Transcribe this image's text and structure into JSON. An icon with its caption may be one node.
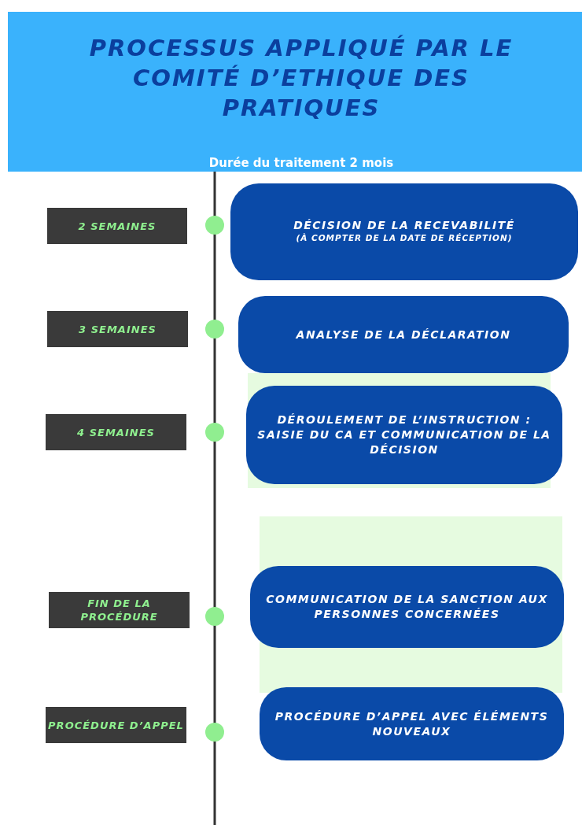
{
  "diagram": {
    "title": "PROCESSUS APPLIQUÉ PAR LE COMITÉ D’ETHIQUE DES PRATIQUES",
    "nodes": [
      {
        "text": [
          "2 SEMAINES"
        ]
      },
      {
        "text": [
          "DÉCISION DE LA RECEVABILITÉ",
          "(À COMPTER DE LA DATE DE RÉCEPTION)"
        ]
      },
      {
        "text": [
          "3 SEMAINES"
        ]
      },
      {
        "text": [
          "ANALYSE DE LA DÉCLARATION"
        ]
      },
      {
        "text": [
          "4 SEMAINES"
        ]
      },
      {
        "text": [
          "DÉROULEMENT DE L’INSTRUCTION : SAISIE DU CA ET COMMUNICATION DE LA DÉCISION"
        ]
      },
      {
        "text": [
          "FIN DE LA PROCÉDURE"
        ]
      },
      {
        "text": [
          "COMMUNICATION DE LA SANCTION AUX PERSONNES CONCERNÉES"
        ]
      },
      {
        "text": [
          "PROCÉDURE D’APPEL"
        ]
      },
      {
        "text": [
          "PROCÉDURE D’APPEL AVEC ÉLÉMENTS NOUVEAUX"
        ]
      }
    ],
    "labels": [
      "Durée du traitement 2 mois"
    ]
  }
}
